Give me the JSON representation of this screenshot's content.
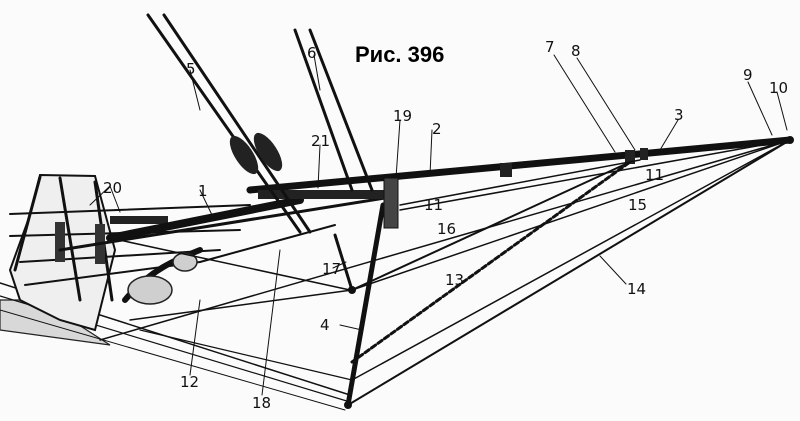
{
  "figure": {
    "title": "Рис. 396",
    "labels": {
      "l1": "1",
      "l2": "2",
      "l3": "3",
      "l4": "4",
      "l5": "5",
      "l6": "6",
      "l7": "7",
      "l8": "8",
      "l9": "9",
      "l10": "10",
      "l11a": "11",
      "l11b": "11",
      "l12": "12",
      "l13": "13",
      "l14": "14",
      "l15": "15",
      "l16": "16",
      "l17": "17",
      "l18": "18",
      "l19": "19",
      "l20": "20",
      "l21": "21"
    }
  }
}
